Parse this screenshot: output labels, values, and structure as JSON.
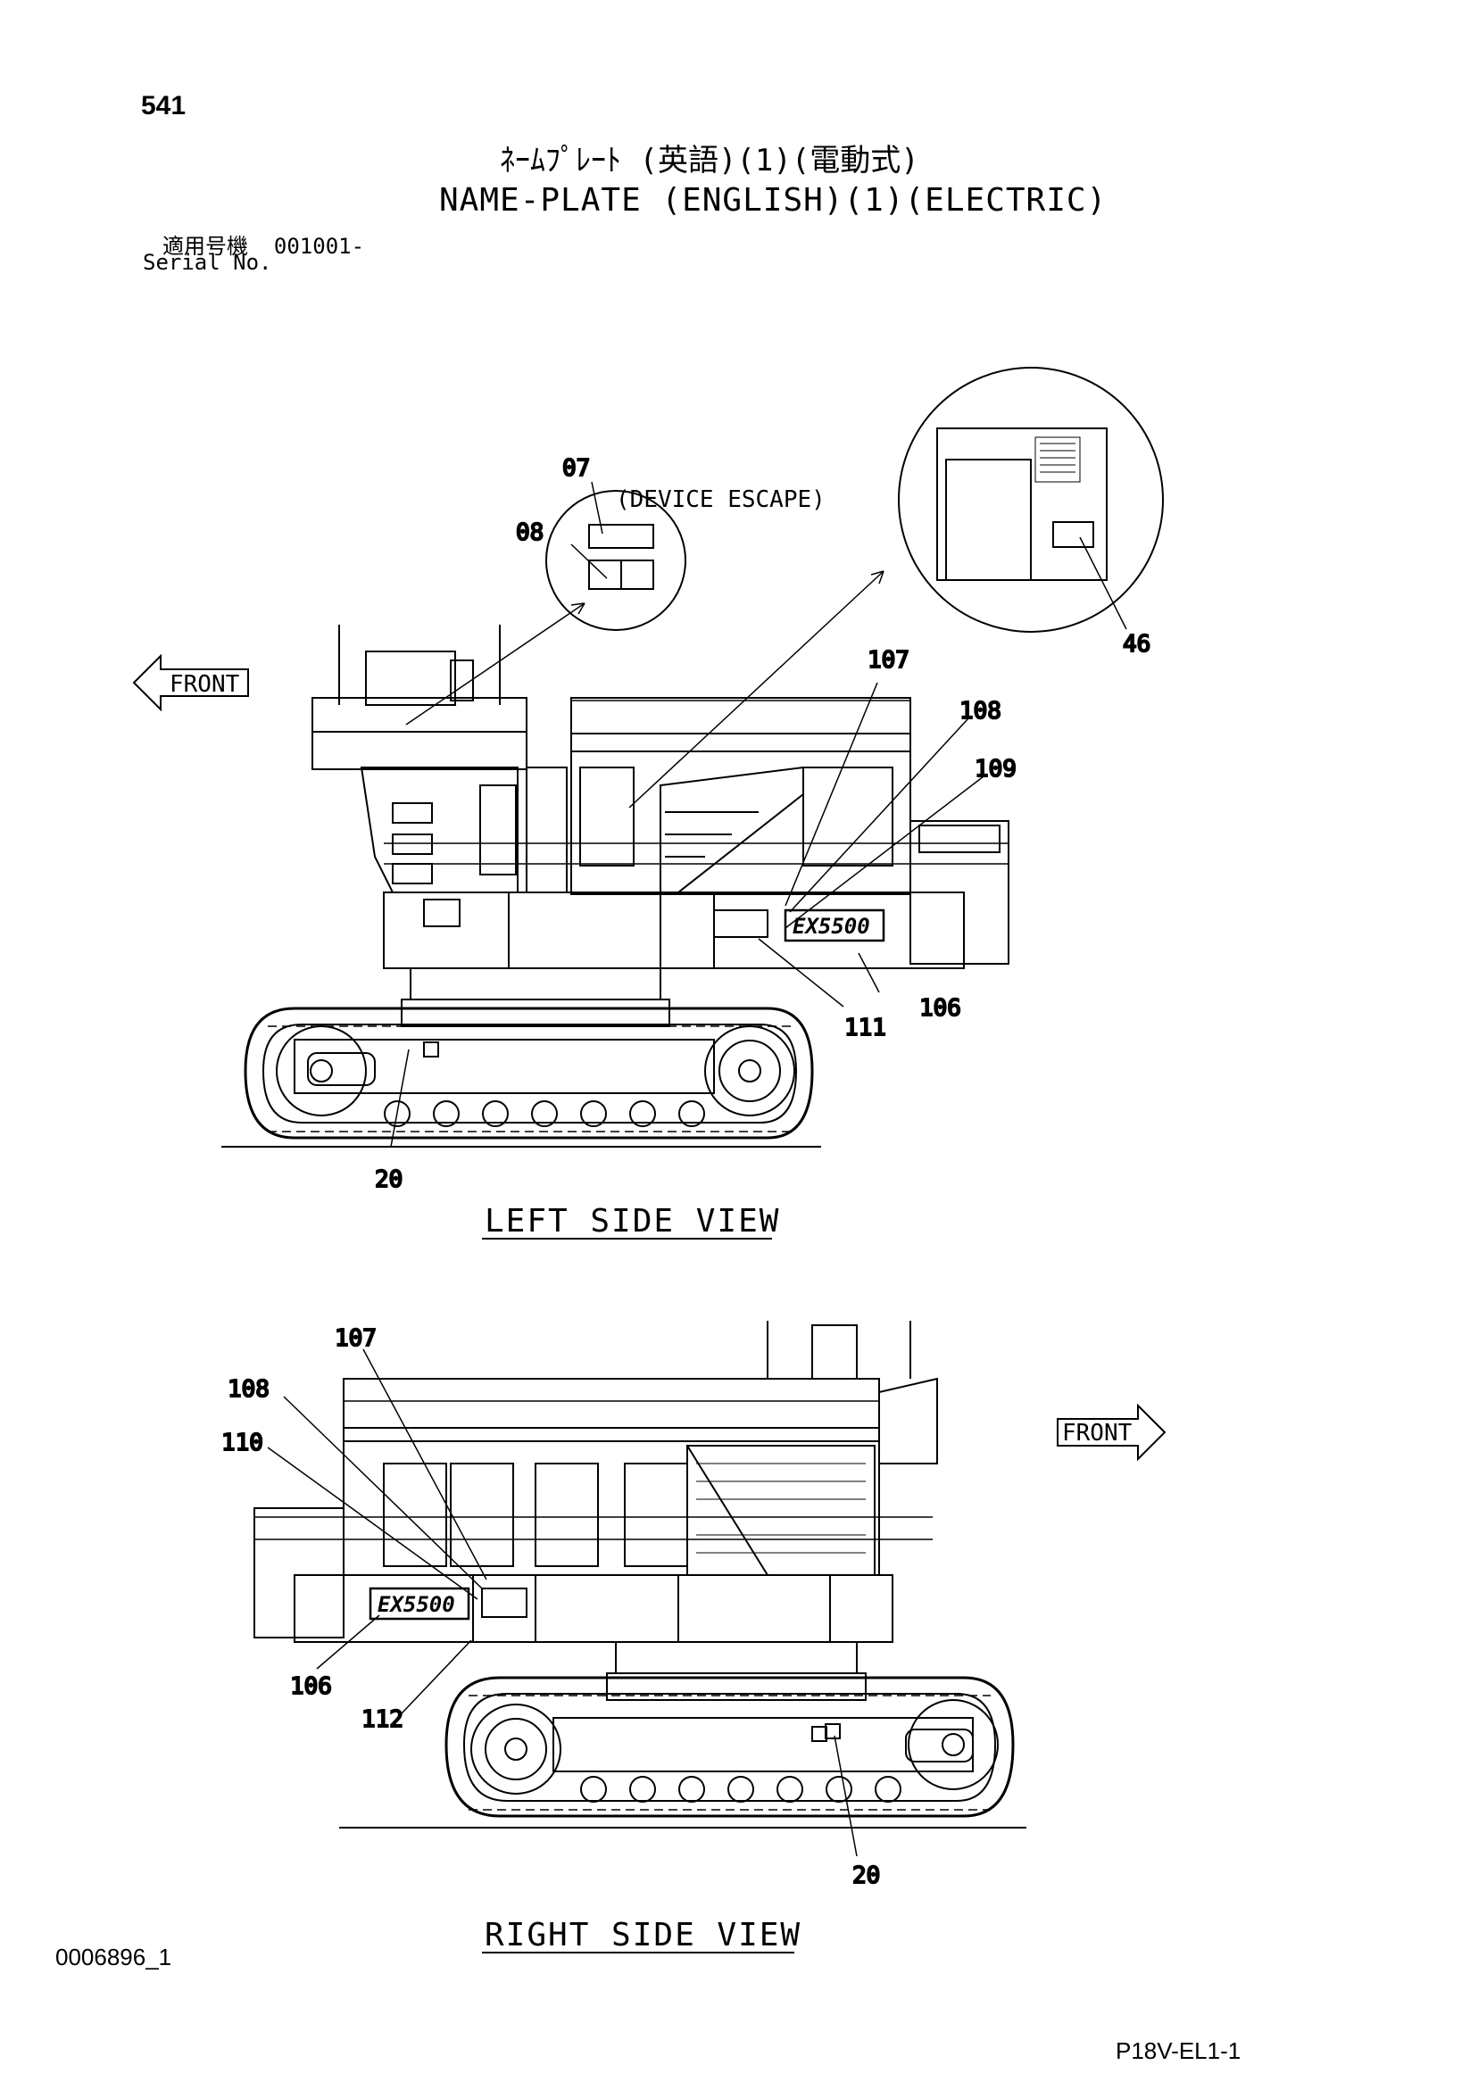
{
  "header": {
    "page_number": "541",
    "title_jp": "ﾈｰﾑﾌﾟﾚｰﾄ (英語)(1)(電動式)",
    "title_en": "NAME-PLATE (ENGLISH)(1)(ELECTRIC)",
    "serial_label_jp": "適用号機",
    "serial_value": "001001-",
    "serial_label_en": "Serial No."
  },
  "left_view": {
    "caption": "LEFT SIDE VIEW",
    "front_label": "FRONT",
    "detail_label": "(DEVICE ESCAPE)",
    "model_mark": "EX5500",
    "callouts": [
      "07",
      "08",
      "46",
      "107",
      "108",
      "109",
      "106",
      "111",
      "20"
    ]
  },
  "right_view": {
    "caption": "RIGHT SIDE VIEW",
    "front_label": "FRONT",
    "model_mark": "EX5500",
    "callouts": [
      "107",
      "108",
      "110",
      "106",
      "112",
      "20"
    ]
  },
  "footer": {
    "doc_id": "0006896_1",
    "sheet_code": "P18V-EL1-1"
  }
}
